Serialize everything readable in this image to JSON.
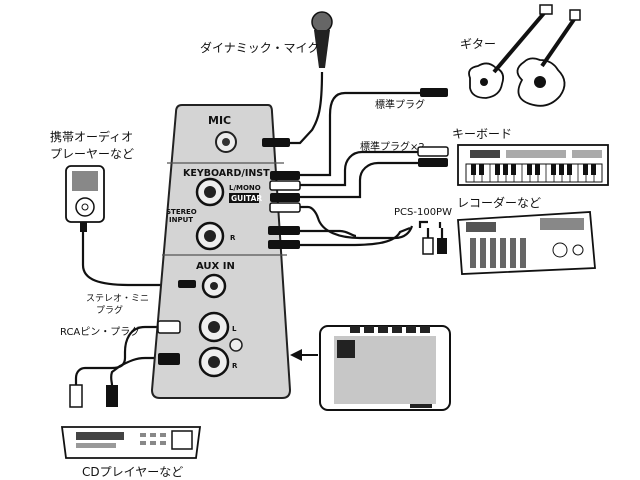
{
  "labels": {
    "dynamic_mic": "ダイナミック・マイク",
    "standard_plug": "標準プラグ",
    "standard_plug_x2": "標準プラグ×2",
    "guitar": "ギター",
    "keyboard": "キーボード",
    "recorder": "レコーダーなど",
    "pcs_cable": "PCS-100PW",
    "portable_audio": [
      "携帯オーディオ",
      "プレーヤーなど"
    ],
    "stereo_mini": [
      "ステレオ・ミニ",
      "プラグ"
    ],
    "rca_plug": "RCAピン・プラグ",
    "cd_player": "CDプレイヤーなど"
  },
  "panel": {
    "mic": "MIC",
    "keyboard_inst": "KEYBOARD/INST",
    "l_mono": "L/MONO",
    "guitar": "GUITAR",
    "stereo_input": [
      "STEREO",
      "INPUT"
    ],
    "r": "R",
    "aux_in": "AUX IN",
    "l": "L",
    "r2": "R"
  }
}
